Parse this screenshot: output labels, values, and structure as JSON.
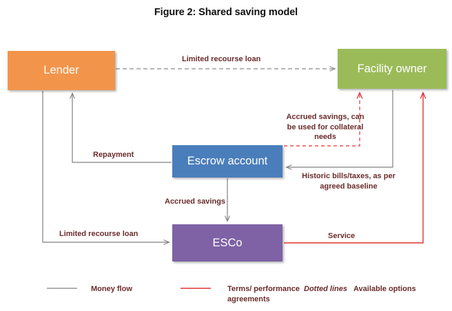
{
  "figure": {
    "title": "Figure 2: Shared saving model"
  },
  "nodes": [
    {
      "id": "lender",
      "label": "Lender",
      "color": "#F2954B"
    },
    {
      "id": "facility",
      "label": "Facility owner",
      "color": "#9BBB59"
    },
    {
      "id": "escrow",
      "label": "Escrow account",
      "color": "#4A7EBB"
    },
    {
      "id": "esco",
      "label": "ESCo",
      "color": "#7E62A5"
    }
  ],
  "edge_labels": {
    "limited_recourse_top": "Limited recourse loan",
    "repayment": "Repayment",
    "accrued_savings_note": "Accrued savings, can be used  for collateral needs",
    "historic_bills": "Historic bills/taxes, as per agreed baseline",
    "accrued_savings": "Accrued savings",
    "limited_recourse_bottom": "Limited recourse loan",
    "service": "Service"
  },
  "legend": {
    "money_flow": "Money flow",
    "terms_agreements": "Terms/ performance agreements",
    "dotted_lines": "Dotted lines",
    "available_options": "Available options",
    "money_flow_color": "#808080",
    "terms_color": "#E03030",
    "text_color": "#6B2B2B"
  }
}
